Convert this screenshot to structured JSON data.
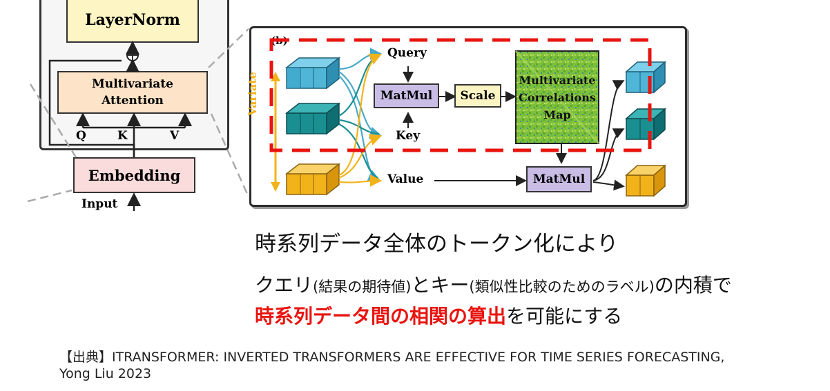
{
  "left_panel": {
    "layernorm": "LayerNorm",
    "attention_line1": "Multivariate",
    "attention_line2": "Attention",
    "q": "Q",
    "k": "K",
    "v": "V",
    "embedding": "Embedding",
    "input": "Input"
  },
  "right_panel": {
    "corner_label": "(b)",
    "variate_label": "Variate",
    "query": "Query",
    "key": "Key",
    "value": "Value",
    "matmul_top": "MatMul",
    "scale": "Scale",
    "map_line1": "Multivariate",
    "map_line2": "Correlations",
    "map_line3": "Map",
    "matmul_bottom": "MatMul"
  },
  "colors": {
    "blue_token": "#4fb6d8",
    "teal_token": "#1a8f92",
    "yellow_token": "#f2b31a",
    "attention_fill": "#fde4c8",
    "layernorm_fill": "#fdf6c4",
    "embedding_fill": "#fbdcdc",
    "matmul_fill": "#c9bde6",
    "scale_fill": "#fdf4c4",
    "map_fill": "#7dbf3a",
    "highlight": "#e8140f"
  },
  "text": {
    "line1": "時系列データ全体のトークン化により",
    "line2_a": "クエリ",
    "line2_b": "(結果の期待値)",
    "line2_c": "とキー",
    "line2_d": "(類似性比較のためのラベル)",
    "line2_e": "の内積で",
    "line3_red": "時系列データ間の相関の算出",
    "line3_rest": "を可能にする"
  },
  "source": {
    "line1": "【出典】ITRANSFORMER: INVERTED TRANSFORMERS ARE EFFECTIVE FOR TIME SERIES FORECASTING,",
    "line2": "Yong Liu 2023"
  }
}
